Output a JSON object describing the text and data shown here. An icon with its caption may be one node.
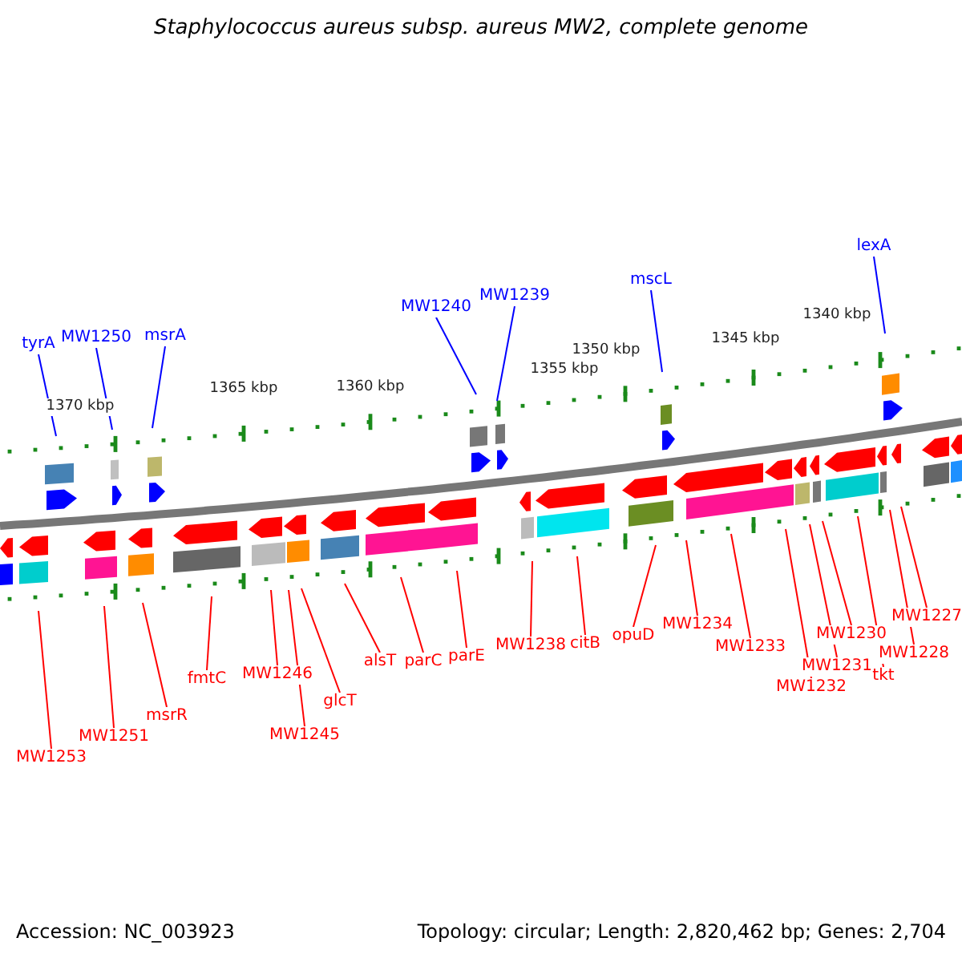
{
  "diagram": {
    "title": "Staphylococcus aureus subsp. aureus MW2, complete genome",
    "nodes": [
      {
        "text": [
          "tyrA"
        ]
      },
      {
        "text": [
          "MW1250"
        ]
      },
      {
        "text": [
          "msrA"
        ]
      },
      {
        "text": [
          "MW1240"
        ]
      },
      {
        "text": [
          "MW1239"
        ]
      },
      {
        "text": [
          "mscL"
        ]
      },
      {
        "text": [
          "lexA"
        ]
      },
      {
        "text": [
          "MW1253"
        ]
      },
      {
        "text": [
          "MW1251"
        ]
      },
      {
        "text": [
          "msrR"
        ]
      },
      {
        "text": [
          "fmtC"
        ]
      },
      {
        "text": [
          "MW1246"
        ]
      },
      {
        "text": [
          "MW1245"
        ]
      },
      {
        "text": [
          "glcT"
        ]
      },
      {
        "text": [
          "alsT"
        ]
      },
      {
        "text": [
          "parC"
        ]
      },
      {
        "text": [
          "parE"
        ]
      },
      {
        "text": [
          "MW1238"
        ]
      },
      {
        "text": [
          "citB"
        ]
      },
      {
        "text": [
          "opuD"
        ]
      },
      {
        "text": [
          "MW1234"
        ]
      },
      {
        "text": [
          "MW1233"
        ]
      },
      {
        "text": [
          "MW1232"
        ]
      },
      {
        "text": [
          "MW1231"
        ]
      },
      {
        "text": [
          "MW1230"
        ]
      },
      {
        "text": [
          "tkt"
        ]
      },
      {
        "text": [
          "MW1228"
        ]
      },
      {
        "text": [
          "MW1227"
        ]
      }
    ],
    "edges": [
      {
        "from": 0,
        "to": null,
        "arrow": "none",
        "color": "#0000ff"
      },
      {
        "from": 1,
        "to": null,
        "arrow": "none",
        "color": "#0000ff"
      },
      {
        "from": 2,
        "to": null,
        "arrow": "none",
        "color": "#0000ff"
      },
      {
        "from": 3,
        "to": null,
        "arrow": "none",
        "color": "#0000ff"
      },
      {
        "from": 4,
        "to": null,
        "arrow": "none",
        "color": "#0000ff"
      },
      {
        "from": 5,
        "to": null,
        "arrow": "none",
        "color": "#0000ff"
      },
      {
        "from": 6,
        "to": null,
        "arrow": "none",
        "color": "#0000ff"
      },
      {
        "from": 7,
        "to": null,
        "arrow": "none"
      },
      {
        "from": 8,
        "to": null,
        "arrow": "none"
      },
      {
        "from": 9,
        "to": null,
        "arrow": "none"
      },
      {
        "from": 10,
        "to": null,
        "arrow": "none"
      },
      {
        "from": 11,
        "to": null,
        "arrow": "none"
      },
      {
        "from": 12,
        "to": null,
        "arrow": "none"
      },
      {
        "from": 13,
        "to": null,
        "arrow": "none"
      },
      {
        "from": 14,
        "to": null,
        "arrow": "none"
      },
      {
        "from": 15,
        "to": null,
        "arrow": "none"
      },
      {
        "from": 16,
        "to": null,
        "arrow": "none"
      },
      {
        "from": 17,
        "to": null,
        "arrow": "none"
      },
      {
        "from": 18,
        "to": null,
        "arrow": "none"
      },
      {
        "from": 19,
        "to": null,
        "arrow": "none"
      },
      {
        "from": 20,
        "to": null,
        "arrow": "none"
      },
      {
        "from": 21,
        "to": null,
        "arrow": "none"
      },
      {
        "from": 22,
        "to": null,
        "arrow": "none"
      },
      {
        "from": 23,
        "to": null,
        "arrow": "none"
      },
      {
        "from": 24,
        "to": null,
        "arrow": "none"
      },
      {
        "from": 25,
        "to": null,
        "arrow": "none"
      },
      {
        "from": 26,
        "to": null,
        "arrow": "none"
      },
      {
        "from": 27,
        "to": null,
        "arrow": "none"
      }
    ],
    "labels": [
      "1370 kbp",
      "1365 kbp",
      "1360 kbp",
      "1355 kbp",
      "1350 kbp",
      "1345 kbp",
      "1340 kbp",
      "Accession: NC_003923",
      "Topology: circular; Length: 2,820,462 bp; Genes: 2,704"
    ]
  }
}
